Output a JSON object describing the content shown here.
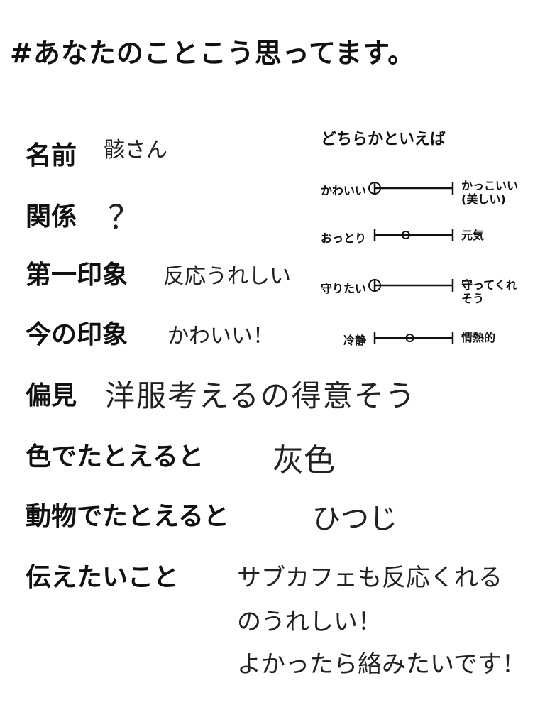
{
  "title": "#あなたのことこう思ってます。",
  "fields": [
    {
      "label": "名前",
      "value": "骸さん"
    },
    {
      "label": "関係",
      "value": "？"
    },
    {
      "label": "第一印象",
      "value": "反応うれしい"
    },
    {
      "label": "今の印象",
      "value": "かわいい！"
    },
    {
      "label": "偏見",
      "value": "洋服考えるの得意そう"
    },
    {
      "label": "色でたとえると",
      "value": "灰色"
    },
    {
      "label": "動物でたとえると",
      "value": "ひつじ"
    },
    {
      "label": "伝えたいこと",
      "value_lines": [
        "サブカフェも反応くれる",
        "のうれしい！",
        "よかったら絡みたいです！"
      ]
    }
  ],
  "scales": {
    "heading": "どちらかといえば",
    "rows": [
      {
        "left": "かわいい",
        "right": [
          "かっこいい",
          "(美しい)"
        ],
        "position": 0.0
      },
      {
        "left": "おっとり",
        "right": [
          "元気"
        ],
        "position": 0.4
      },
      {
        "left": "守りたい",
        "right": [
          "守ってくれ",
          "そう"
        ],
        "position": 0.0
      },
      {
        "left": "冷静",
        "right": [
          "情熱的"
        ],
        "position": 0.45
      }
    ]
  }
}
